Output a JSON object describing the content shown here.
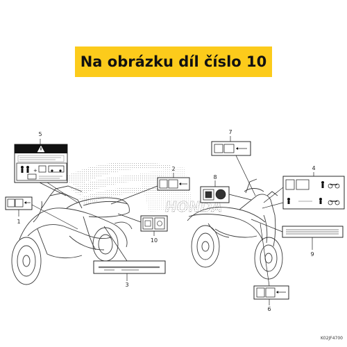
{
  "banner": {
    "text": "Na obrázku díl číslo 10"
  },
  "callouts": [
    "1",
    "2",
    "3",
    "4",
    "5",
    "6",
    "7",
    "8",
    "9",
    "10"
  ],
  "diagram_code": "K02JF4700",
  "logo_text": "HONDA",
  "colors": {
    "banner": "#fccb1b",
    "banner_text": "#111111",
    "line": "#222222"
  }
}
